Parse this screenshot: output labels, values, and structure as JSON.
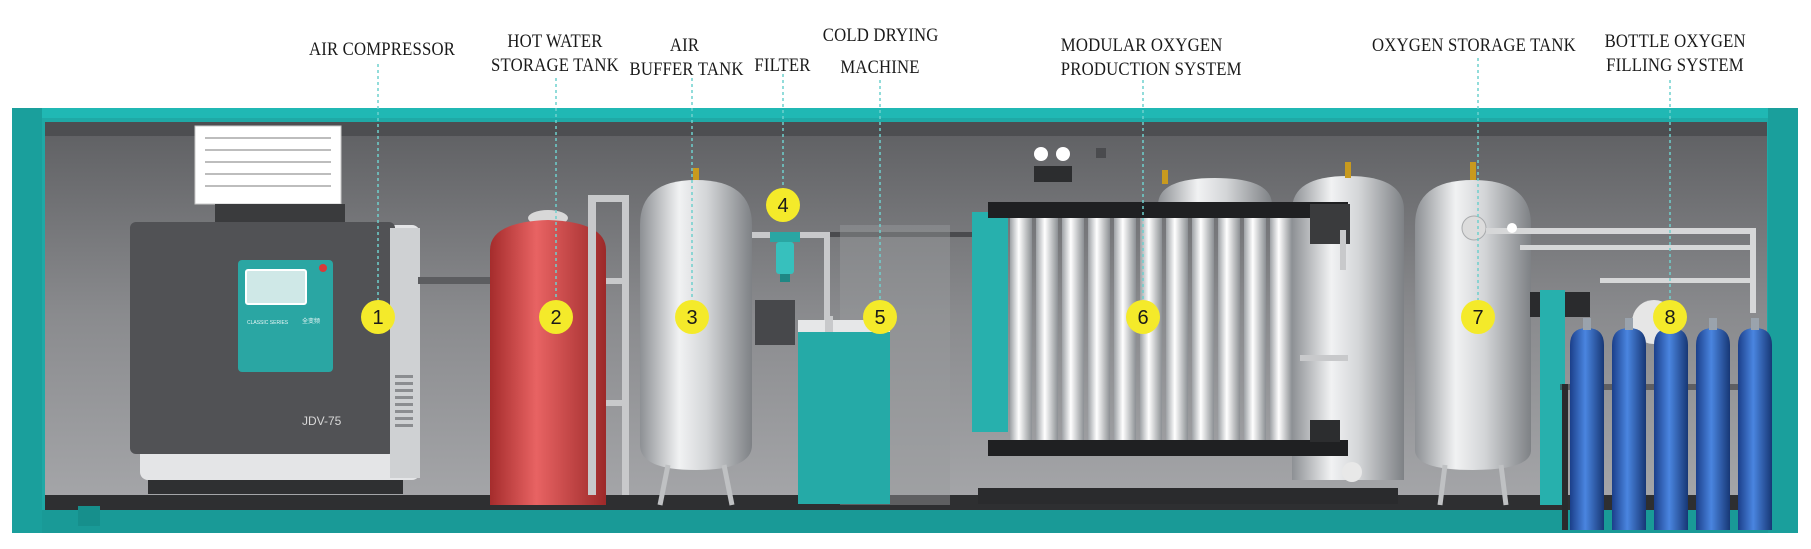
{
  "labels": {
    "air_compressor": "AIR COMPRESSOR",
    "hot_water_tank_line1": "HOT WATER",
    "hot_water_tank_line2": "STORAGE TANK",
    "air_buffer_line1": "AIR",
    "air_buffer_line2": "BUFFER TANK",
    "filter": "FILTER",
    "cold_drying_line1": "COLD DRYING",
    "cold_drying_line2": "MACHINE",
    "modular_line1": "MODULAR OXYGEN",
    "modular_line2": "PRODUCTION SYSTEM",
    "oxygen_storage": "OXYGEN STORAGE TANK",
    "bottle_line1": "BOTTLE OXYGEN",
    "bottle_line2": "FILLING SYSTEM"
  },
  "markers": [
    "1",
    "2",
    "3",
    "4",
    "5",
    "6",
    "7",
    "8"
  ],
  "compressor_model": "JDV-75",
  "compressor_brand": "CLASSIC SERIES",
  "colors": {
    "container_teal": "#1fa9a6",
    "interior_gray": "#6f7073",
    "marker_yellow": "#f4ea2a",
    "hot_water_red": "#d64545",
    "oxygen_blue": "#2a62c4"
  }
}
